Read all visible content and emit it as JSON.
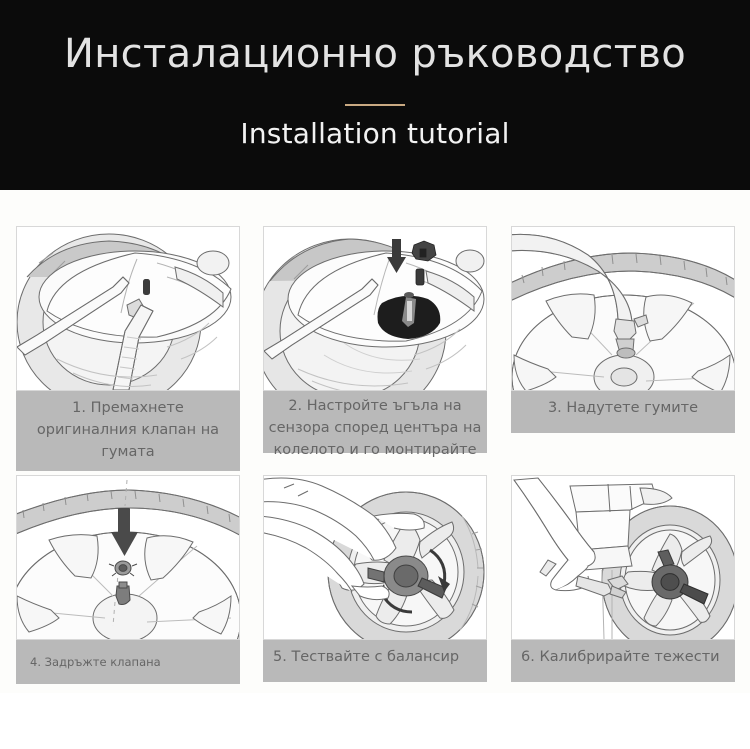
{
  "header": {
    "title": "Инсталационно ръководство",
    "subtitle": "Installation tutorial",
    "divider_color": "#c9a982",
    "background_color": "#0b0b0b",
    "title_color": "#e3e3e3"
  },
  "theme": {
    "page_background": "#fdfdfb",
    "caption_bar_color": "#b9b9b9",
    "caption_text_color": "#666666",
    "card_border_color": "#d8d8d8",
    "line_art_color": "#6d6d6d",
    "shade_color": "#cfcfcf"
  },
  "steps": [
    {
      "number": "1",
      "caption": "1. Премахнете оригиналния клапан на гумата",
      "illustration": "tire-valve-removal-illustration",
      "alignment": "center"
    },
    {
      "number": "2",
      "caption": "2. Настройте ъгъла на сензора според центъра на колелото и го монтирайте",
      "illustration": "sensor-angle-mounting-illustration",
      "alignment": "center"
    },
    {
      "number": "3",
      "caption": "3. Надутете гумите",
      "illustration": "tire-inflation-hose-illustration",
      "alignment": "center"
    },
    {
      "number": "4",
      "caption": "4. Задръжте клапана",
      "illustration": "hold-valve-arrow-illustration",
      "alignment": "left"
    },
    {
      "number": "5",
      "caption": "5. Тествайте с балансир",
      "illustration": "wheel-balancer-test-illustration",
      "alignment": "left"
    },
    {
      "number": "6",
      "caption": "6. Калибрирайте тежести",
      "illustration": "calibrate-weights-illustration",
      "alignment": "left"
    }
  ]
}
